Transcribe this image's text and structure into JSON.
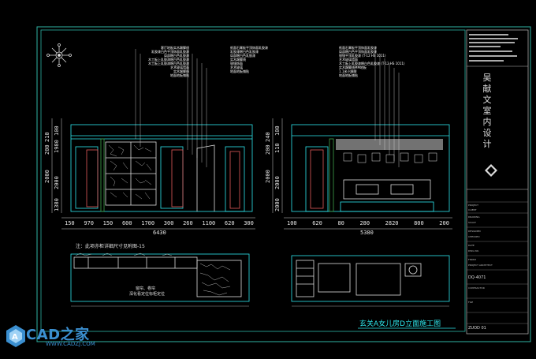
{
  "drawing": {
    "title": "玄关A女儿房D立面施工图",
    "note": "注：此项亦柜详细尺寸见附图-15",
    "plan_note_line1": "窗帘、卷帘",
    "plan_note_line2": "深化看定位标柜定位",
    "colors": {
      "background": "#000000",
      "cyan": "#2ee8ee",
      "border": "#2fb3a5",
      "text": "#ffffff"
    }
  },
  "firm": {
    "name": "吴献文室内设计",
    "logo_icon": "rosette-ornament-icon"
  },
  "left_annotations": [
    "客厅地板实木踢脚线",
    "乳胶漆白色平顶饰面乳胶漆",
    "局部棉白色乳胶漆",
    "木工板上乳胶漆棉白色乳胶漆",
    "木工板上乳胶漆棉白色乳胶漆",
    "艺术玻璃墙面",
    "实木踢脚线",
    "地面地板铺贴"
  ],
  "mid_annotations": [
    "纸面石膏板平顶饰面乳胶漆",
    "乳胶漆棉白色乳胶漆",
    "局部棉白色乳胶漆",
    "实木踢脚线",
    "银镜饰面",
    "艺术玻璃",
    "地面地板铺贴"
  ],
  "right_annotations": [
    "纸面石膏板平顶饰面乳胶漆",
    "局部棉白色平顶饰面乳胶漆",
    "银镜平顶乳胶漆 (T·12 HS 1011)",
    "艺术玻璃墙面",
    "木工板上乳胶漆棉白色乳胶漆 (T·12 HS 1011)",
    "实木踢脚线MM地板",
    "1.1米小踢脚",
    "地面地板铺贴"
  ],
  "left_elevation": {
    "bottom_dims": [
      "150",
      "970",
      "150",
      "600",
      "1700",
      "300",
      "260",
      "1100",
      "620",
      "300"
    ],
    "total": "6430",
    "side_dims": [
      "200",
      "210",
      "2000",
      "1980",
      "100",
      "2000",
      "1380"
    ]
  },
  "right_elevation": {
    "bottom_dims": [
      "100",
      "620",
      "80",
      "280",
      "2820",
      "800",
      "200"
    ],
    "total": "5380",
    "side_dims": [
      "200",
      "240",
      "2000",
      "110",
      "100",
      "2000",
      "2000"
    ]
  },
  "title_block": {
    "rows": [
      "PROJECT",
      "CLIENT",
      "DRAWING",
      "SCALE",
      "DESIGNED",
      "CHECKED",
      "DATE",
      "DWG NO.",
      "FINISH",
      "PROJECT ARCHITECT",
      "CONTRACTOR",
      "FILE"
    ],
    "stamp": "DQ-4071",
    "sheet": "ZUOD 01"
  },
  "watermark": {
    "brand": "CAD之家",
    "url": "WWW.CADZJ.COM",
    "icon": "cad-home-logo-icon"
  }
}
